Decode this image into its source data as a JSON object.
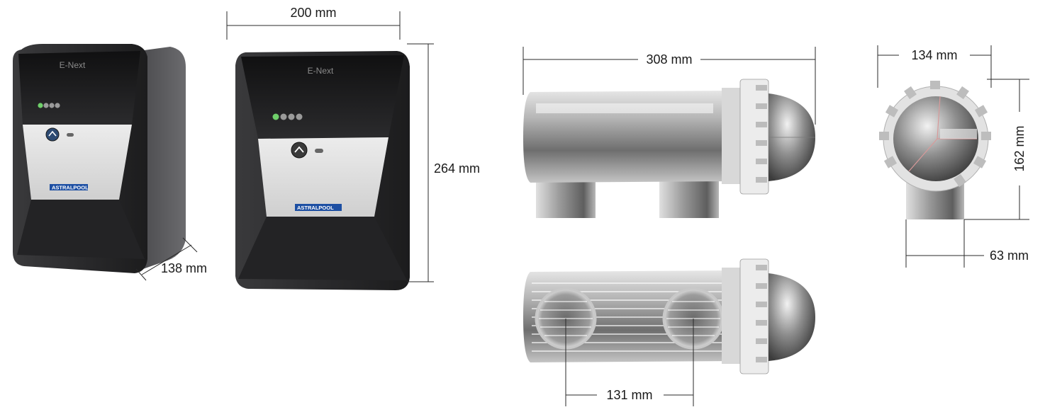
{
  "product": {
    "model_label": "E-Next",
    "brand_label": "ASTRALPOOL"
  },
  "dimensions": {
    "width": "200 mm",
    "height": "264 mm",
    "depth": "138 mm",
    "cell_length": "308 mm",
    "cell_end_width": "134 mm",
    "cell_end_height": "162 mm",
    "outlet_diameter": "63 mm",
    "port_spacing": "131 mm"
  },
  "colors": {
    "housing": "#2c2c2e",
    "panel": "#dcdcdc",
    "led_on": "#6fcf6a",
    "brand_bar": "#1d4fa3",
    "cell_metal": "#a9a9a9"
  }
}
